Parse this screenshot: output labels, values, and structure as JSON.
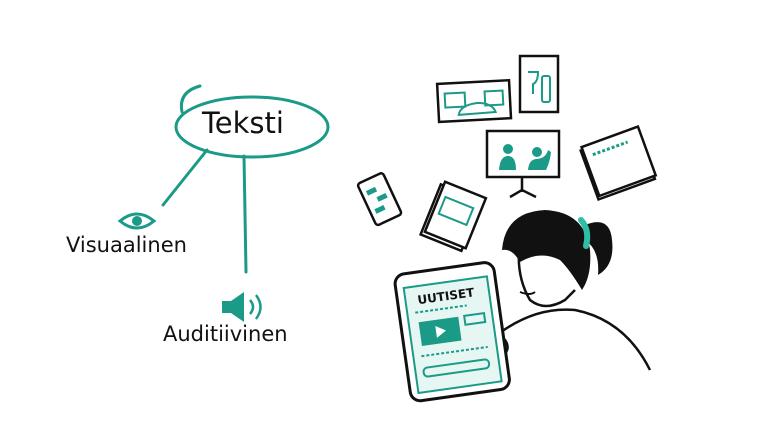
{
  "diagram": {
    "center": "Teksti",
    "branches": [
      {
        "label": "Visuaalinen",
        "icon": "eye-icon"
      },
      {
        "label": "Auditiivinen",
        "icon": "speaker-icon"
      }
    ]
  },
  "tablet": {
    "headline": "UUTISET"
  },
  "colors": {
    "accent": "#1b9a88",
    "ink": "#111111"
  }
}
